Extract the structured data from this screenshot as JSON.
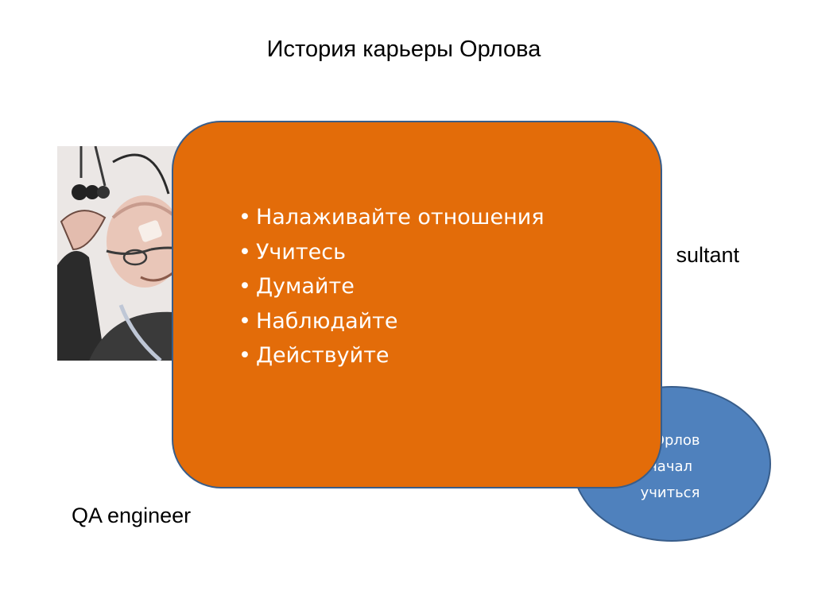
{
  "slide": {
    "title": "История карьеры Орлова"
  },
  "labels": {
    "consultant": "sultant",
    "qa": "QA engineer"
  },
  "ellipse": {
    "lines": [
      "ь Орлов",
      "начал",
      "учиться"
    ]
  },
  "box": {
    "bullets": [
      "Налаживайте отношения",
      "Учитесь",
      "Думайте",
      "Наблюдайте",
      "Действуйте"
    ]
  },
  "colors": {
    "orange_fill": "#e36c09",
    "blue_fill": "#4f81bd",
    "shape_border": "#385d8a"
  }
}
